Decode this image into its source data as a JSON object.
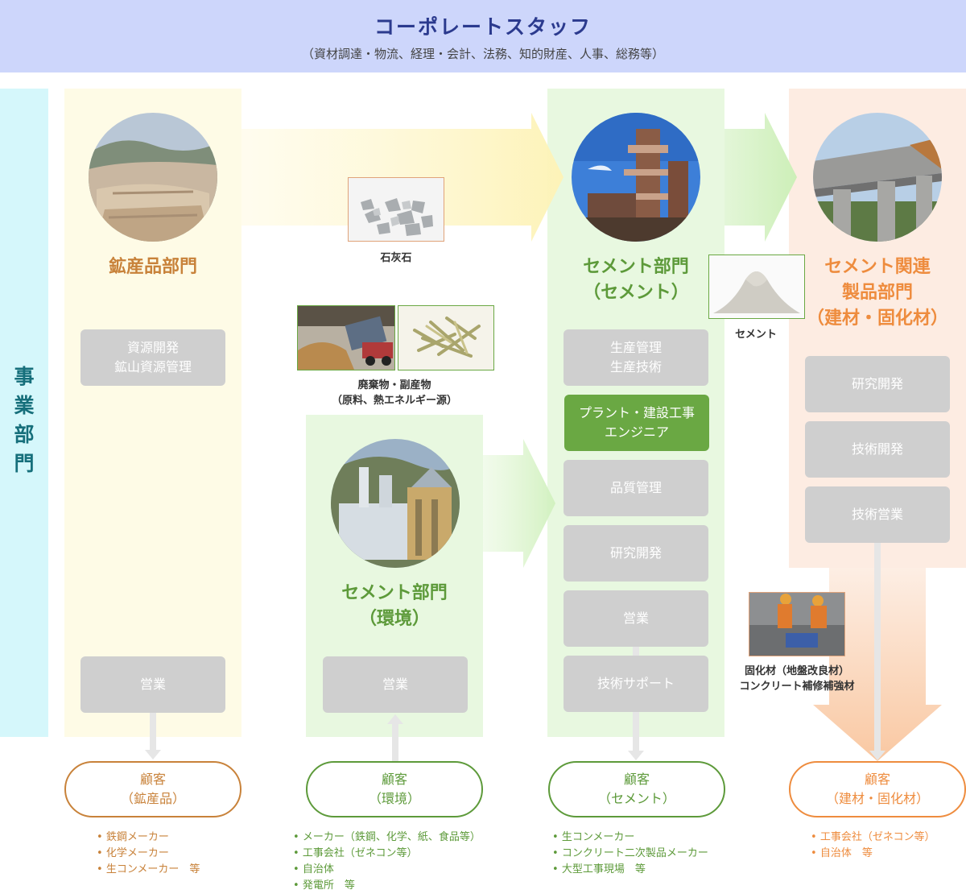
{
  "header": {
    "title": "コーポレートスタッフ",
    "subtitle": "（資材調達・物流、経理・会計、法務、知的財産、人事、総務等）"
  },
  "side_label": "事業部門",
  "columns": {
    "mineral": {
      "heading": "鉱産品部門",
      "boxes": [
        "資源開発\n鉱山資源管理",
        "営業"
      ],
      "customer": {
        "title": "顧客",
        "sub": "（鉱産品）"
      },
      "customers_list": [
        "鉄鋼メーカー",
        "化学メーカー",
        "生コンメーカー　等"
      ],
      "color": "#c8823a"
    },
    "environment": {
      "heading_line1": "セメント部門",
      "heading_line2": "（環境）",
      "boxes": [
        "営業"
      ],
      "customer": {
        "title": "顧客",
        "sub": "（環境）"
      },
      "customers_list": [
        "メーカー（鉄鋼、化学、紙、食品等）",
        "工事会社（ゼネコン等）",
        "自治体",
        "発電所　等"
      ],
      "color": "#5d9a3a"
    },
    "cement": {
      "heading_line1": "セメント部門",
      "heading_line2": "（セメント）",
      "boxes": [
        "生産管理\n生産技術",
        "プラント・建設工事\nエンジニア",
        "品質管理",
        "研究開発",
        "営業",
        "技術サポート"
      ],
      "customer": {
        "title": "顧客",
        "sub": "（セメント）"
      },
      "customers_list": [
        "生コンメーカー",
        "コンクリート二次製品メーカー",
        "大型工事現場　等"
      ],
      "color": "#5d9a3a"
    },
    "products": {
      "heading_line1": "セメント関連",
      "heading_line2": "製品部門",
      "heading_line3": "（建材・固化材）",
      "boxes": [
        "研究開発",
        "技術開発",
        "技術営業"
      ],
      "customer": {
        "title": "顧客",
        "sub": "（建材・固化材）"
      },
      "customers_list": [
        "工事会社（ゼネコン等）",
        "自治体　等"
      ],
      "color": "#ee8c3e"
    }
  },
  "captions": {
    "limestone": "石灰石",
    "waste_line1": "廃棄物・副産物",
    "waste_line2": "（原料、熱エネルギー源）",
    "cement": "セメント",
    "solidifier_line1": "固化材（地盤改良材）",
    "solidifier_line2": "コンクリート補修補強材"
  },
  "colors": {
    "header_bg": "#cdd6fb",
    "side_bg": "#d5f7fb",
    "mineral_bg": "#fefbe6",
    "green_bg": "#e8f8e0",
    "orange_bg": "#fdece2",
    "box_gray": "#cfcfcf",
    "box_green": "#6aa843"
  },
  "icons": {
    "mine": "open-pit-mine-photo",
    "plant": "cement-plant-photo",
    "env_plant": "recycling-facility-photo",
    "bridge": "bridge-photo"
  }
}
